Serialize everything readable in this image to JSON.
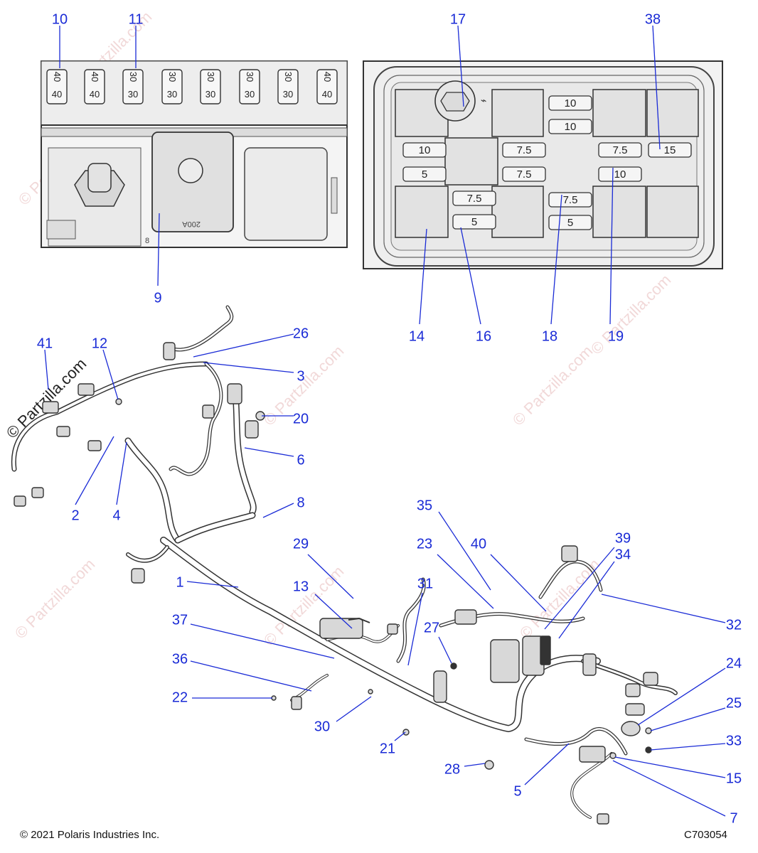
{
  "watermark": {
    "text": "© Partzilla.com",
    "color": "#e6b9b9"
  },
  "footer": {
    "copyright": "© 2021 Polaris Industries Inc.",
    "diagram_id": "C703054"
  },
  "colors": {
    "callout": "#1a2bd6",
    "outline": "#333333",
    "fill": "#e8e8e8"
  },
  "left_fuse_panel": {
    "fuse_top_labels": [
      "40",
      "40",
      "30",
      "30",
      "30",
      "30",
      "30",
      "40"
    ],
    "fuse_bottom_labels": [
      "40",
      "40",
      "30",
      "30",
      "30",
      "30",
      "30",
      "40"
    ],
    "module_text": "200A",
    "small_mark": "8"
  },
  "right_fuse_box": {
    "relay_icon": "relay-coil-icon",
    "ratings": [
      "10",
      "10",
      "10",
      "5",
      "7.5",
      "7.5",
      "7.5",
      "10",
      "7.5",
      "5",
      "7.5",
      "5",
      "15"
    ]
  },
  "callouts": [
    "10",
    "11",
    "17",
    "38",
    "9",
    "14",
    "16",
    "18",
    "19",
    "41",
    "12",
    "26",
    "3",
    "20",
    "6",
    "2",
    "4",
    "8",
    "1",
    "29",
    "35",
    "23",
    "40",
    "39",
    "34",
    "13",
    "31",
    "27",
    "37",
    "36",
    "22",
    "30",
    "21",
    "32",
    "24",
    "25",
    "33",
    "28",
    "5",
    "15",
    "7"
  ]
}
